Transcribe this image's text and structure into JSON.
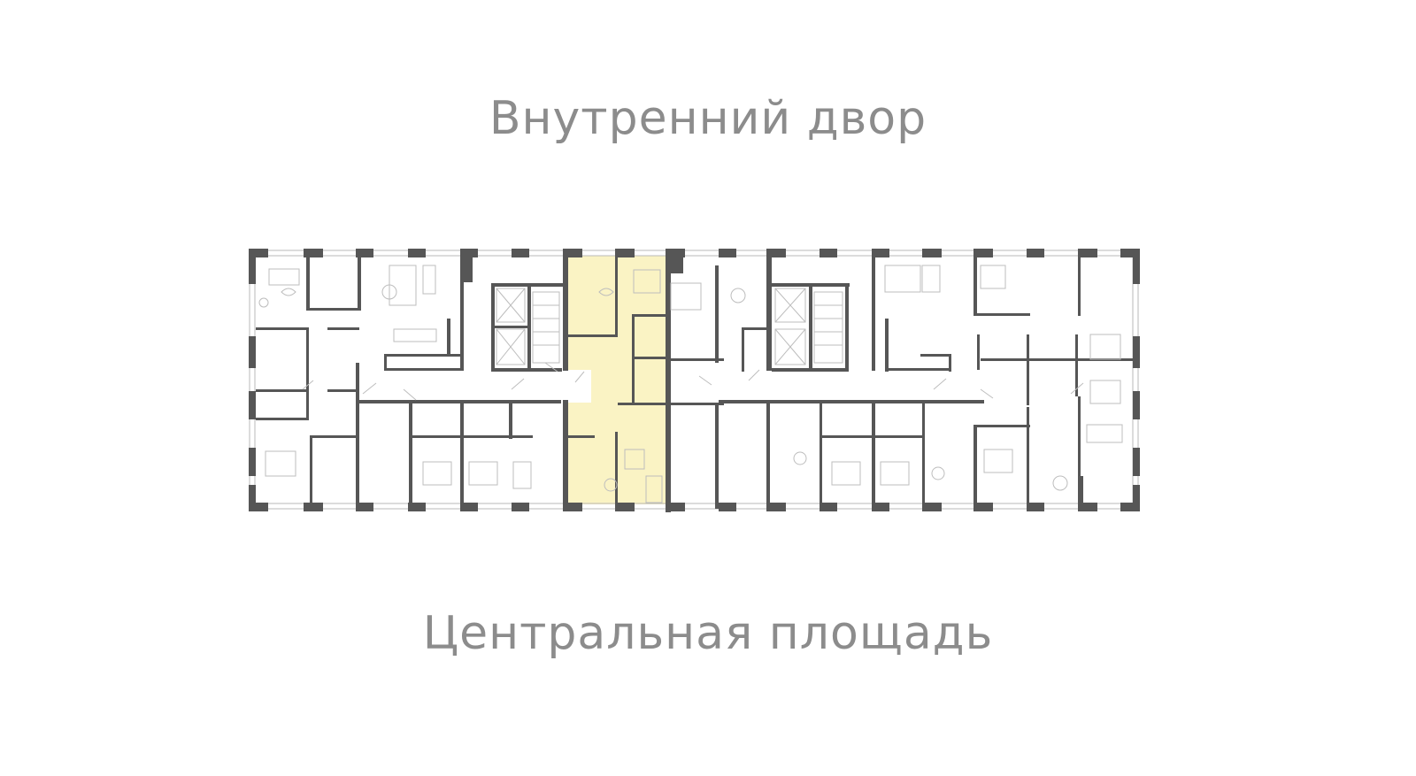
{
  "labels": {
    "top": "Внутренний двор",
    "bottom": "Центральная площадь"
  },
  "colors": {
    "wall": "#565656",
    "thin_line": "#b9b9b9",
    "highlight": "#faf3c4",
    "label": "#8c8c8c",
    "background": "#ffffff"
  },
  "floor_plan": {
    "highlighted_unit": "apartment-selected"
  }
}
